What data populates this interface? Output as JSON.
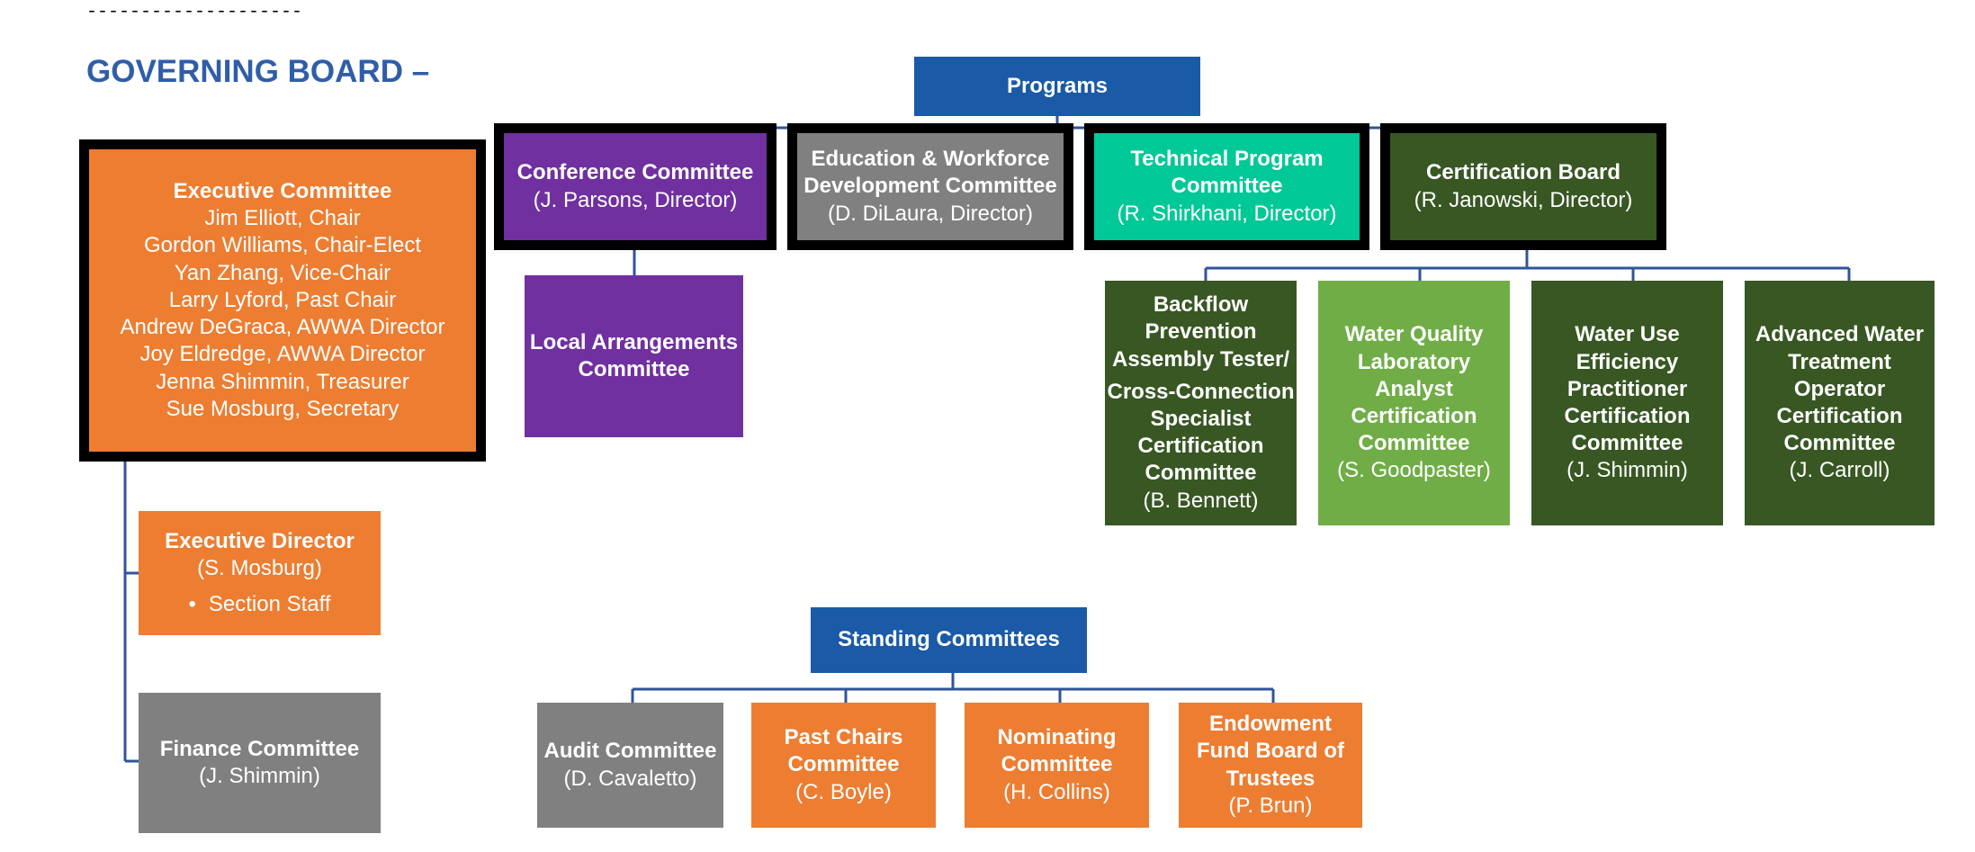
{
  "header": {
    "dashes": "--------------------",
    "title": "GOVERNING BOARD –"
  },
  "colors": {
    "title": "#2f5ea8",
    "connector": "#2f5597",
    "blue_box": "#1a5aa6",
    "orange_box": "#ed7d31",
    "purple_box": "#7030a0",
    "gray_box": "#808080",
    "teal_box": "#00c896",
    "dark_green_box": "#385723",
    "light_green_box": "#70ad47"
  },
  "executive_committee": {
    "title": "Executive Committee",
    "members": [
      "Jim Elliott, Chair",
      "Gordon Williams, Chair-Elect",
      "Yan Zhang, Vice-Chair",
      "Larry Lyford, Past Chair",
      "Andrew DeGraca, AWWA Director",
      "Joy Eldredge, AWWA Director",
      "Jenna Shimmin, Treasurer",
      "Sue Mosburg, Secretary"
    ]
  },
  "executive_director": {
    "title": "Executive Director",
    "person": "(S. Mosburg)",
    "bullet": "•",
    "staff": "Section Staff"
  },
  "finance_committee": {
    "title": "Finance Committee",
    "person": "(J. Shimmin)"
  },
  "programs": {
    "title": "Programs",
    "conference": {
      "title": "Conference Committee",
      "person": "(J. Parsons, Director)"
    },
    "education": {
      "title_line1": "Education & Workforce",
      "title_line2": "Development Committee",
      "person": "(D. DiLaura, Director)"
    },
    "technical": {
      "title_line1": "Technical Program",
      "title_line2": "Committee",
      "person": "(R. Shirkhani, Director)"
    },
    "certification": {
      "title": "Certification Board",
      "person": "(R. Janowski, Director)"
    },
    "local_arrangements": {
      "title_line1": "Local Arrangements",
      "title_line2": "Committee"
    }
  },
  "certification_committees": [
    {
      "lines": [
        "Backflow",
        "Prevention",
        "Assembly Tester/",
        "Cross-Connection",
        "Specialist",
        "Certification",
        "Committee"
      ],
      "person": "(B. Bennett)"
    },
    {
      "lines": [
        "Water Quality",
        "Laboratory",
        "Analyst",
        "Certification",
        "Committee"
      ],
      "person": "(S. Goodpaster)"
    },
    {
      "lines": [
        "Water Use",
        "Efficiency",
        "Practitioner",
        "Certification",
        "Committee"
      ],
      "person": "(J. Shimmin)"
    },
    {
      "lines": [
        "Advanced Water",
        "Treatment",
        "Operator",
        "Certification",
        "Committee"
      ],
      "person": "(J. Carroll)"
    }
  ],
  "standing_committees": {
    "title": "Standing Committees",
    "items": [
      {
        "lines": [
          "Audit Committee"
        ],
        "person": "(D. Cavaletto)"
      },
      {
        "lines": [
          "Past Chairs",
          "Committee"
        ],
        "person": "(C. Boyle)"
      },
      {
        "lines": [
          "Nominating",
          "Committee"
        ],
        "person": "(H. Collins)"
      },
      {
        "lines": [
          "Endowment",
          "Fund Board of",
          "Trustees"
        ],
        "person": "(P. Brun)"
      }
    ]
  }
}
